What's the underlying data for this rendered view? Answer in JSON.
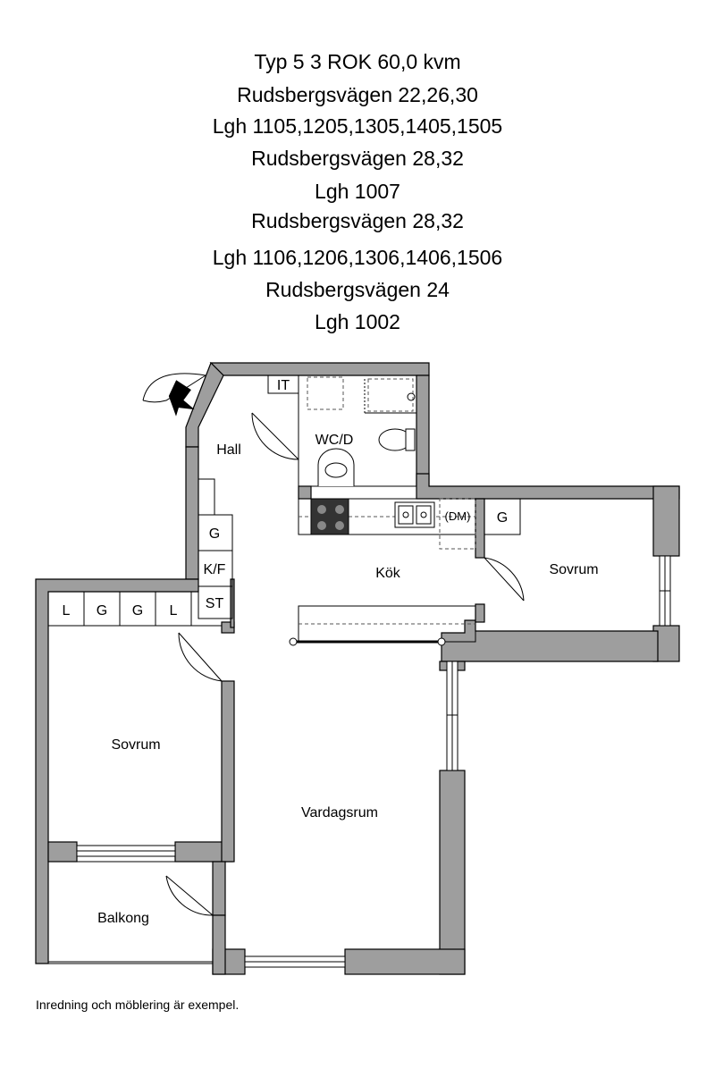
{
  "header": {
    "lines": [
      "Typ 5 3 ROK 60,0 kvm",
      "Rudsbergsvägen 22,26,30",
      "Lgh 1105,1205,1305,1405,1505",
      "Rudsbergsvägen 28,32",
      "Lgh 1007",
      "Rudsbergsvägen 28,32",
      "Lgh 1106,1206,1306,1406,1506",
      "Rudsbergsvägen 24",
      "Lgh 1002"
    ]
  },
  "rooms": {
    "hall": "Hall",
    "wc": "WC/D",
    "kok": "Kök",
    "sovrum_right": "Sovrum",
    "sovrum_left": "Sovrum",
    "vardagsrum": "Vardagsrum",
    "balkong": "Balkong"
  },
  "fixtures": {
    "it": "IT",
    "dm": "(DM)",
    "g_kok": "G",
    "g_hall": "G",
    "kf": "K/F",
    "st": "ST",
    "wardrobe": [
      "L",
      "G",
      "G",
      "L"
    ]
  },
  "footer": "Inredning och möblering är exempel."
}
